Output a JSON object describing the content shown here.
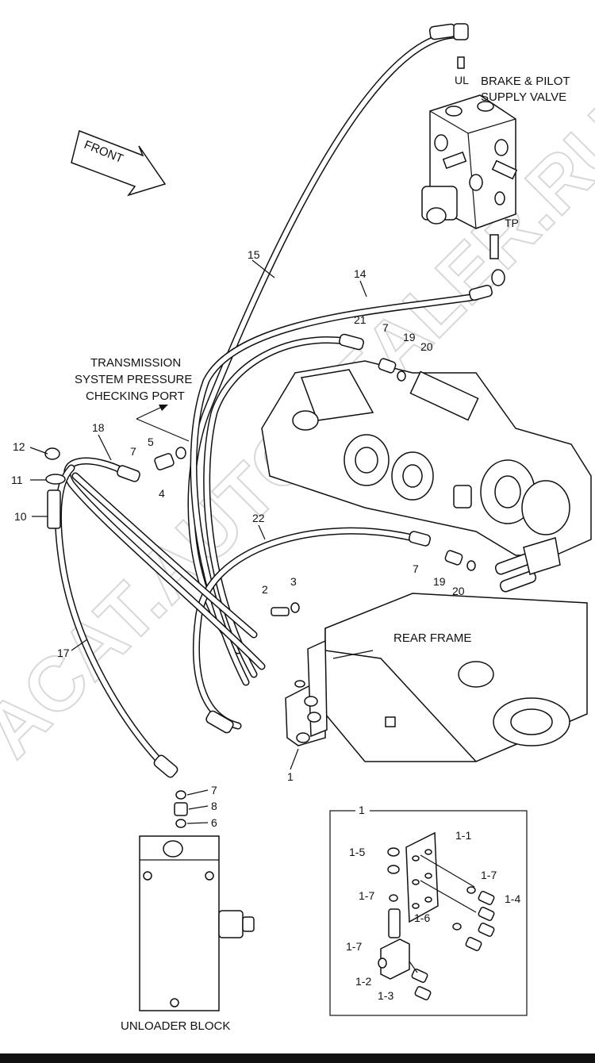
{
  "captions": {
    "front": "FRONT",
    "brake_valve_line1": "BRAKE & PILOT",
    "brake_valve_line2": "SUPPLY VALVE",
    "ul": "UL",
    "tp": "TP",
    "trans_line1": "TRANSMISSION",
    "trans_line2": "SYSTEM PRESSURE",
    "trans_line3": "CHECKING PORT",
    "rear_frame": "REAR FRAME",
    "unloader_block": "UNLOADER BLOCK"
  },
  "parts": {
    "p1": "1",
    "p2": "2",
    "p3": "3",
    "p4": "4",
    "p5": "5",
    "p6": "6",
    "p7a": "7",
    "p7b": "7",
    "p7c": "7",
    "p7d": "7",
    "p8": "8",
    "p10": "10",
    "p11": "11",
    "p12": "12",
    "p14": "14",
    "p15": "15",
    "p17": "17",
    "p18": "18",
    "p19a": "19",
    "p19b": "19",
    "p20a": "20",
    "p20b": "20",
    "p21": "21",
    "p22": "22"
  },
  "detail": {
    "title": "1",
    "s1_1": "1-1",
    "s1_2": "1-2",
    "s1_3": "1-3",
    "s1_4": "1-4",
    "s1_5": "1-5",
    "s1_6": "1-6",
    "s1_7a": "1-7",
    "s1_7b": "1-7",
    "s1_7c": "1-7"
  },
  "watermark": "ACAT.AUTODEALER.RU"
}
